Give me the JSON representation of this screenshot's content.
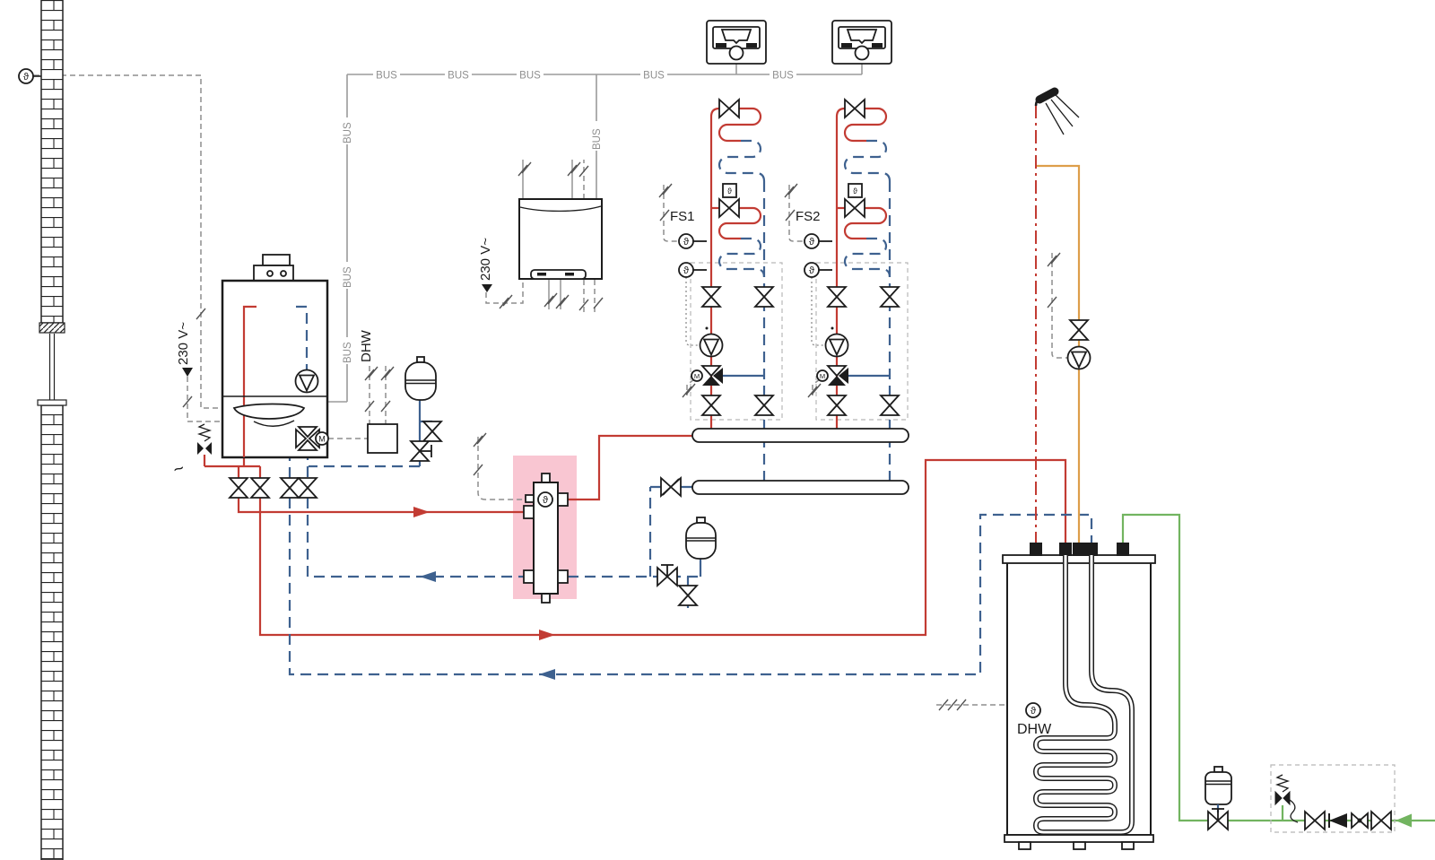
{
  "labels": {
    "bus": "BUS",
    "mains_voltage": "230 V~",
    "dhw": "DHW",
    "circuit_1": "FS1",
    "circuit_2": "FS2"
  },
  "symbols": {
    "temp_sensor": "ϑ",
    "motor": "M",
    "drain": "~"
  },
  "colors": {
    "heating_flow_red": "#c23b33",
    "heating_return_blue": "#3e618f",
    "cold_water_green": "#72b460",
    "hot_water_orange": "#dd9e4a",
    "circulation_red": "#c23b33",
    "bus_cable_gray": "#9b9b9b",
    "header_highlight_pink": "#f9c6d2",
    "outline_black": "#1c1c1c"
  }
}
